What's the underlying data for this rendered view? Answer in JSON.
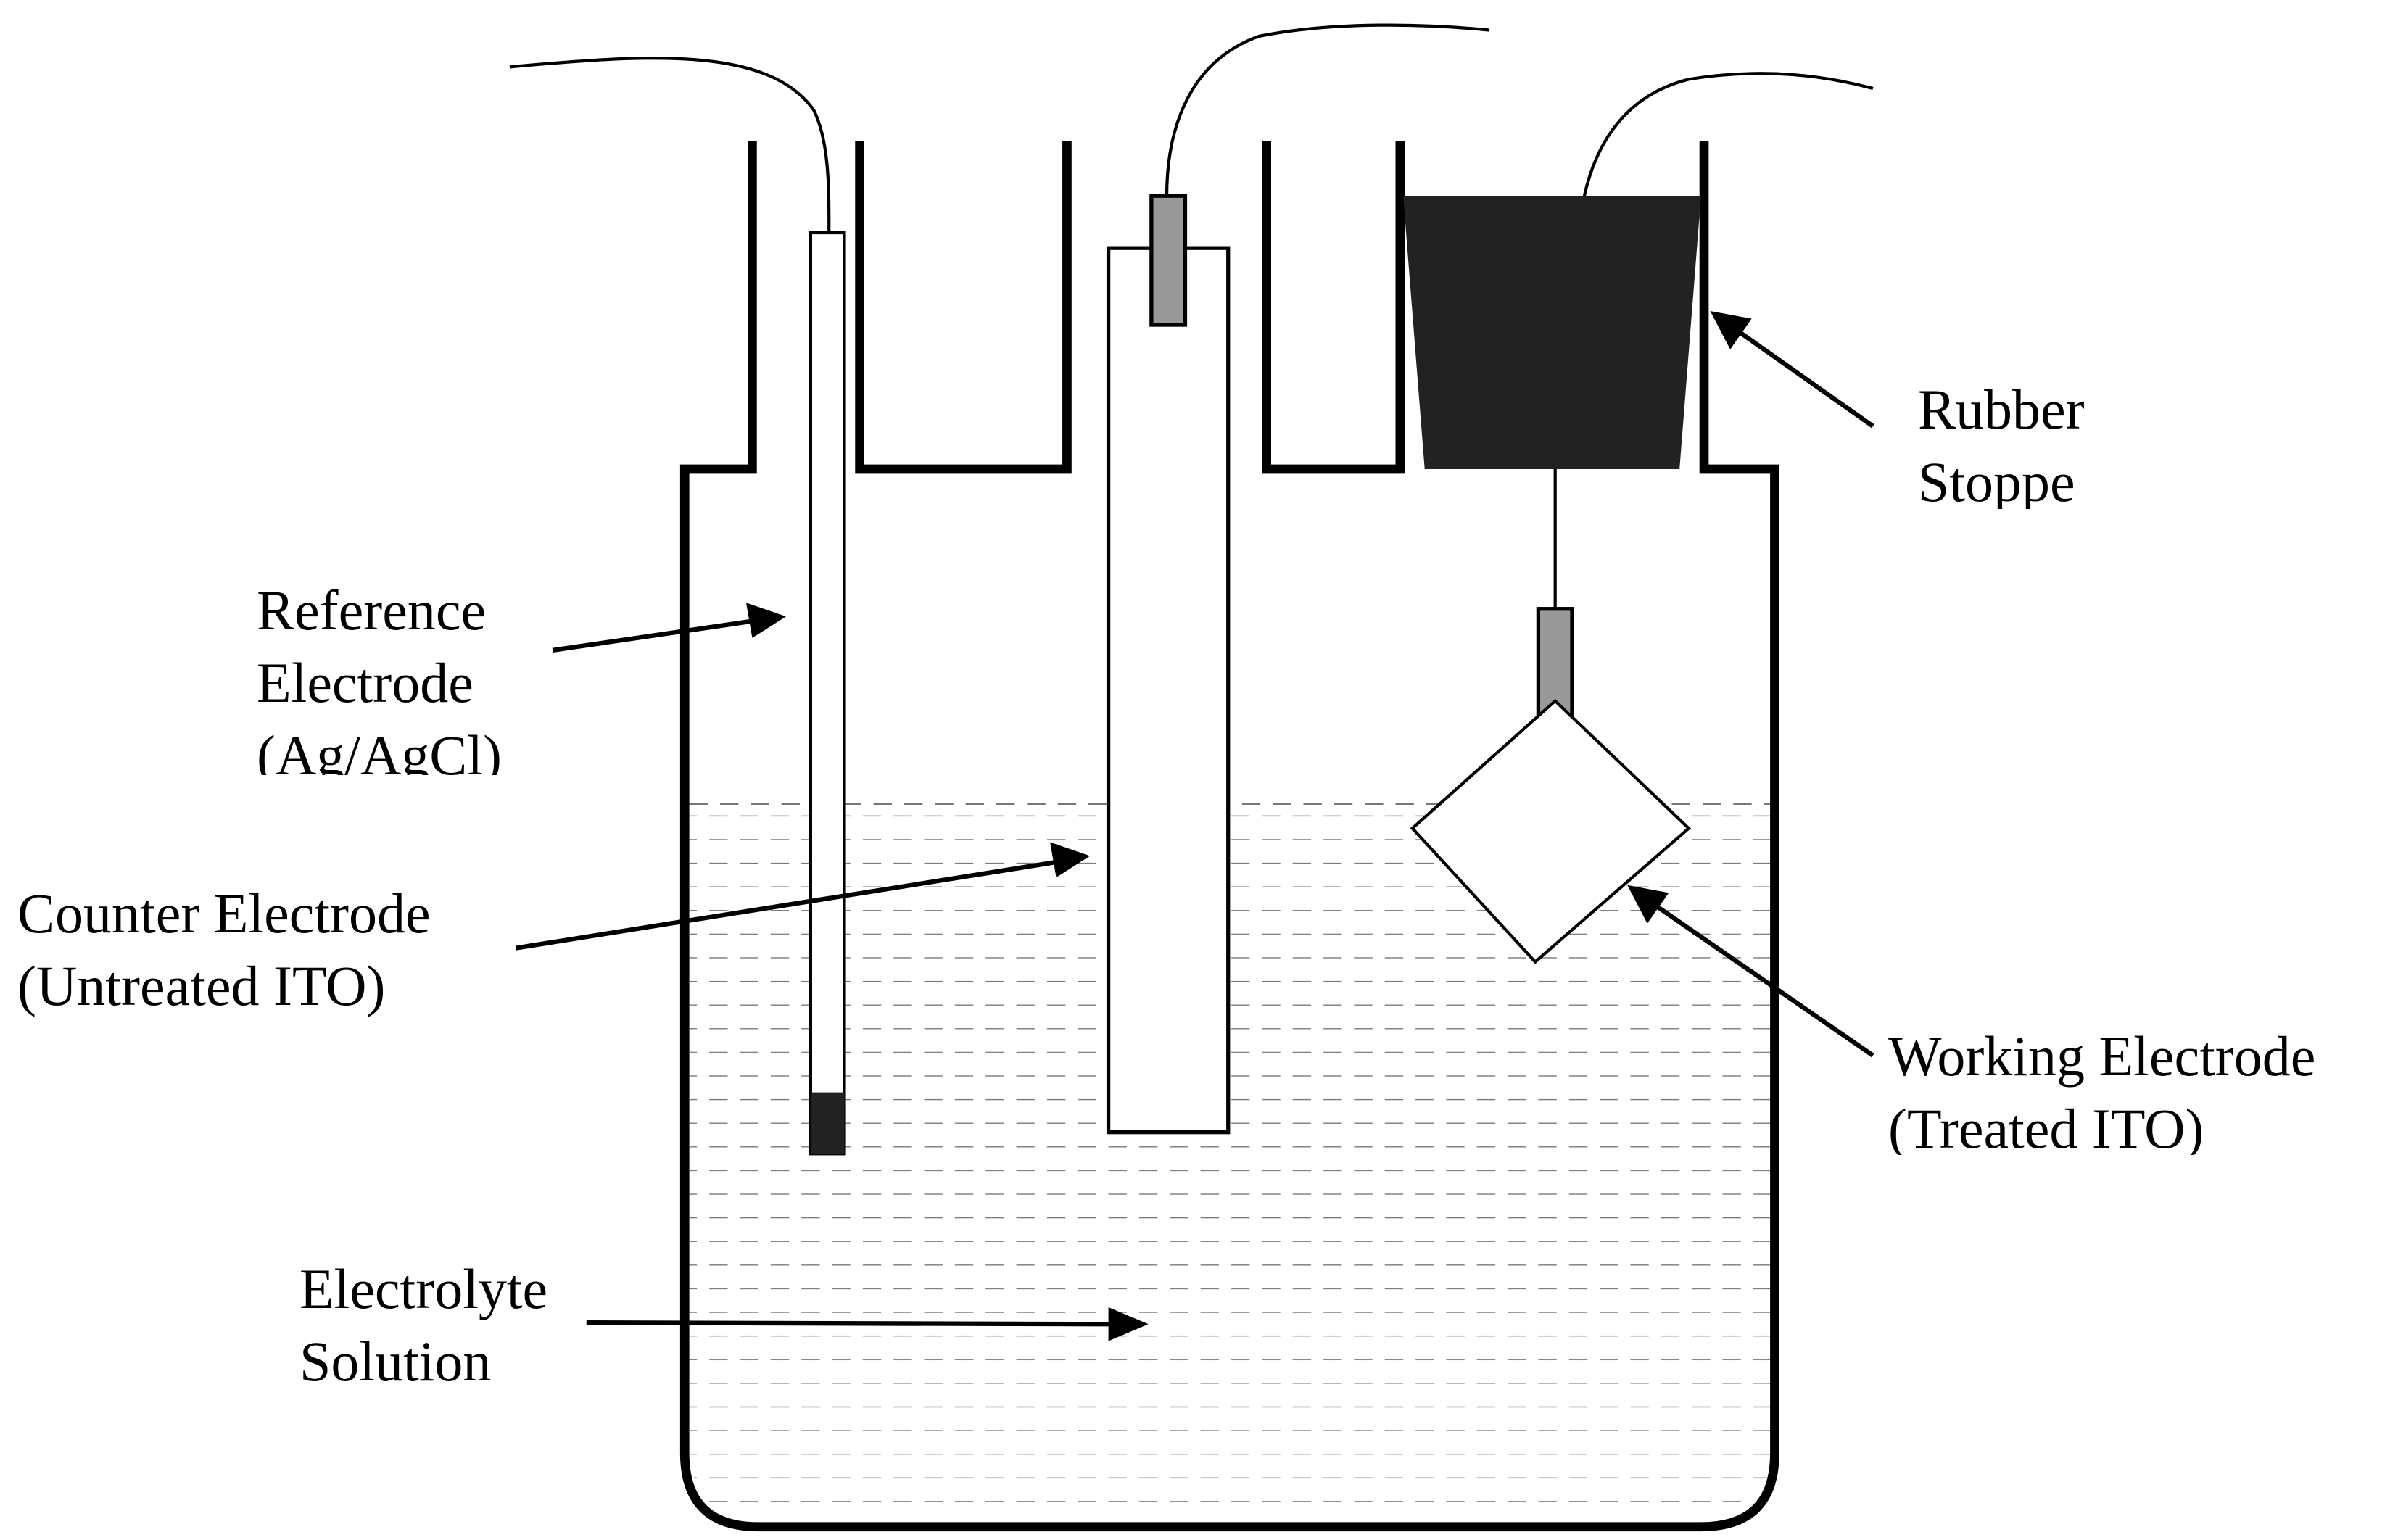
{
  "labels": {
    "reference": {
      "line1": "Reference",
      "line2": "Electrode",
      "line3": "(Ag/AgCl)"
    },
    "counter": {
      "line1": "Counter Electrode",
      "line2": "(Untreated ITO)"
    },
    "rubber": {
      "line1": "Rubber",
      "line2": "Stoppe"
    },
    "working": {
      "line1": "Working Electrode",
      "line2": "(Treated ITO)"
    },
    "electrolyte": {
      "line1": "Electrolyte",
      "line2": "Solution"
    }
  },
  "colors": {
    "line": "#000000",
    "stopper": "#222222",
    "connector": "#999999",
    "reference_tip": "#222222",
    "dash": "#777777"
  }
}
